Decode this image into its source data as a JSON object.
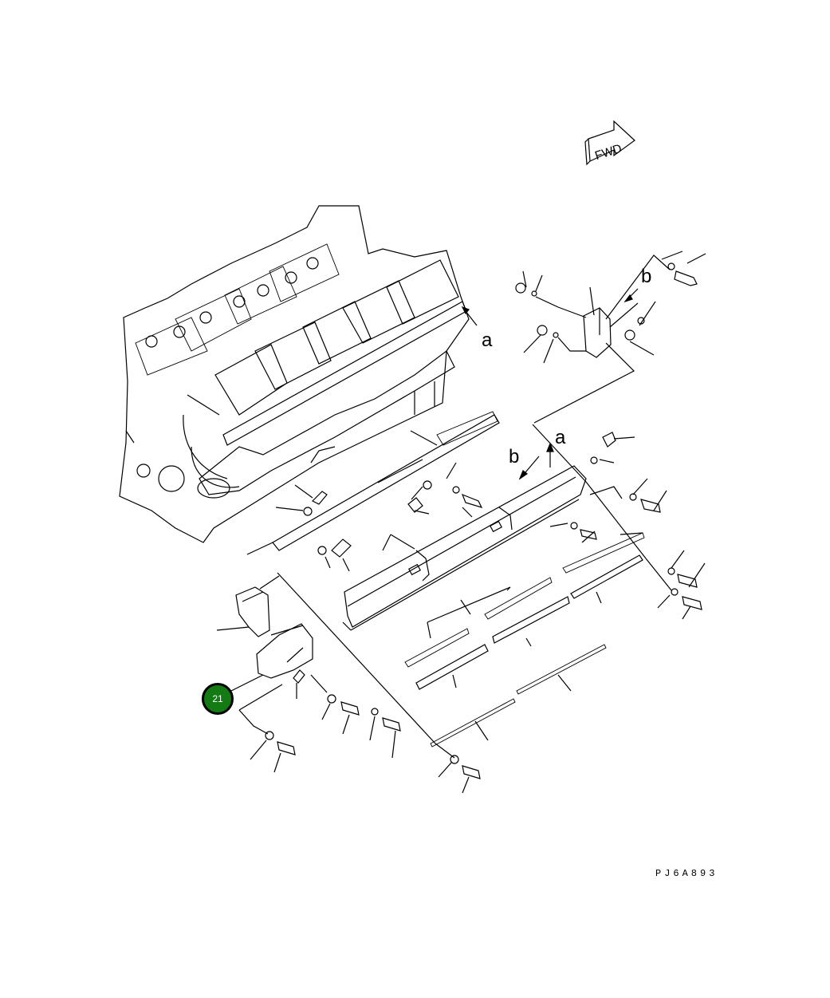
{
  "diagram": {
    "fwd_label": "FWD",
    "view_labels": {
      "a_top": "a",
      "b_top": "b",
      "a_mid": "a",
      "b_mid": "b"
    },
    "part_code": "PJ6A893",
    "callouts": [
      {
        "number": "21",
        "color": "#137a14"
      }
    ]
  }
}
